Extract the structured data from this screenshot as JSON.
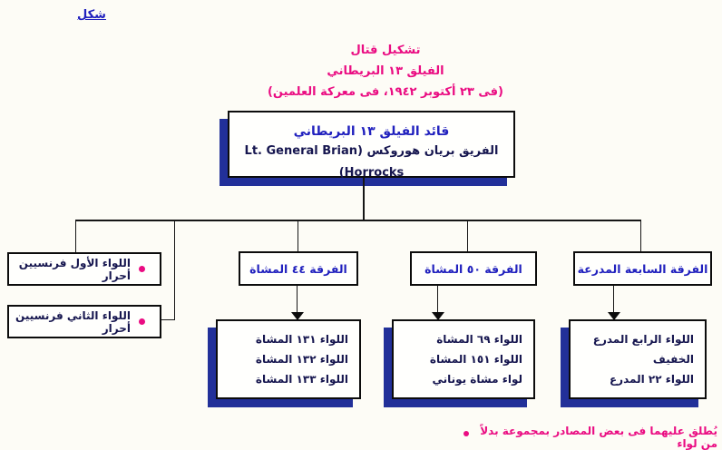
{
  "figure_label": "شكل",
  "title": {
    "line1": "تشكيل قتال",
    "line2": "الفيلق ١٣ البريطاني",
    "line3": "(فى ٢٣ أكتوبر ١٩٤٢، فى معركة العلمين)"
  },
  "root": {
    "title": "قائد الفيلق ١٣ البريطاني",
    "subtitle": "الفريق بريان هوروكس (Lt. General Brian Horrocks)"
  },
  "french_brigades": [
    {
      "label": "اللواء الأول فرنسيين أحرار"
    },
    {
      "label": "اللواء الثاني فرنسيين أحرار"
    }
  ],
  "divisions": [
    {
      "name": "الفرقة ٤٤ المشاة",
      "brigades": [
        "اللواء ١٣١ المشاة",
        "اللواء ١٣٢ المشاة",
        "اللواء ١٣٣ المشاة"
      ]
    },
    {
      "name": "الفرقة ٥٠ المشاة",
      "brigades": [
        "اللواء ٦٩ المشاة",
        "اللواء ١٥١ المشاة",
        "لواء مشاة يوناني"
      ]
    },
    {
      "name": "الفرقة السابعة المدرعة",
      "brigades": [
        "اللواء الرابع المدرع الخفيف",
        "اللواء ٢٢ المدرع"
      ]
    }
  ],
  "footnote": "يُطلق عليهما فى بعض المصادر بمجموعة بدلاً من لواء",
  "colors": {
    "pink_accent": "#ea0c82",
    "blue_heading": "#2121be",
    "navy_text": "#16164f",
    "box_shadow": "#223099",
    "line": "#161616"
  }
}
